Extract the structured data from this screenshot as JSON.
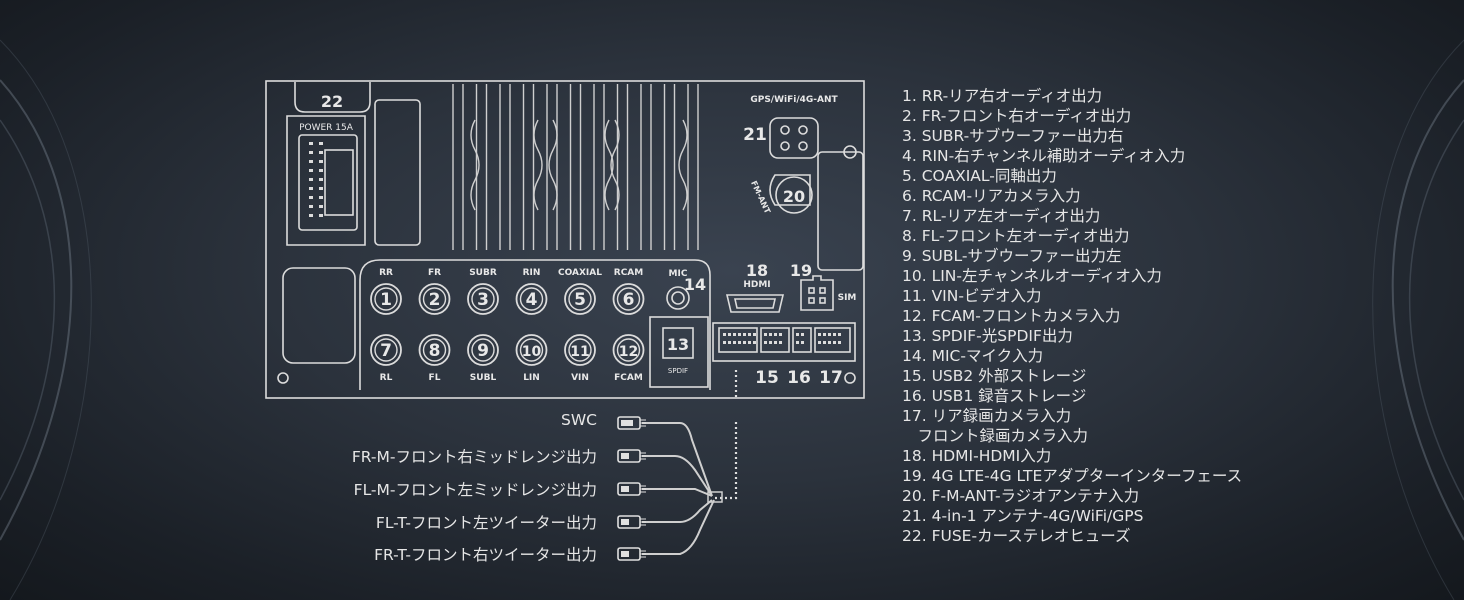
{
  "panel": {
    "fuse_number": "22",
    "power_label": "POWER 15A",
    "ant_label": "GPS/WiFi/4G-ANT",
    "ant_number": "21",
    "fm_label": "FM-ANT",
    "fm_number": "20",
    "hdmi_number": "18",
    "hdmi_label": "HDMI",
    "sim_number": "19",
    "sim_label": "SIM",
    "mic_label": "MIC",
    "mic_number": "14",
    "spdif_number": "13",
    "spdif_label": "SPDIF",
    "usb_numbers": [
      "15",
      "16",
      "17"
    ],
    "top_labels": [
      "RR",
      "FR",
      "SUBR",
      "RIN",
      "COAXIAL",
      "RCAM"
    ],
    "top_numbers": [
      "1",
      "2",
      "3",
      "4",
      "5",
      "6"
    ],
    "bottom_labels": [
      "RL",
      "FL",
      "SUBL",
      "LIN",
      "VIN",
      "FCAM"
    ],
    "bottom_numbers": [
      "7",
      "8",
      "9",
      "10",
      "11",
      "12"
    ]
  },
  "cables": [
    "SWC",
    "FR-M-フロント右ミッドレンジ出力",
    "FL-M-フロント左ミッドレンジ出力",
    "FL-T-フロント左ツイーター出力",
    "FR-T-フロント右ツイーター出力"
  ],
  "legend": [
    "1. RR-リア右オーディオ出力",
    "2. FR-フロント右オーディオ出力",
    "3. SUBR-サブウーファー出力右",
    "4. RIN-右チャンネル補助オーディオ入力",
    "5. COAXIAL-同軸出力",
    "6. RCAM-リアカメラ入力",
    "7. RL-リア左オーディオ出力",
    "8. FL-フロント左オーディオ出力",
    "9. SUBL-サブウーファー出力左",
    "10. LIN-左チャンネルオーディオ入力",
    "11. VIN-ビデオ入力",
    "12. FCAM-フロントカメラ入力",
    "13. SPDIF-光SPDIF出力",
    "14. MIC-マイク入力",
    "15. USB2 外部ストレージ",
    "16. USB1 録音ストレージ",
    "17. リア録画カメラ入力",
    "　フロント録画カメラ入力",
    "18. HDMI-HDMI入力",
    "19. 4G LTE-4G LTEアダプターインターフェース",
    "20. F-M-ANT-ラジオアンテナ入力",
    "21. 4-in-1 アンテナ-4G/WiFi/GPS",
    "22. FUSE-カーステレオヒューズ"
  ]
}
